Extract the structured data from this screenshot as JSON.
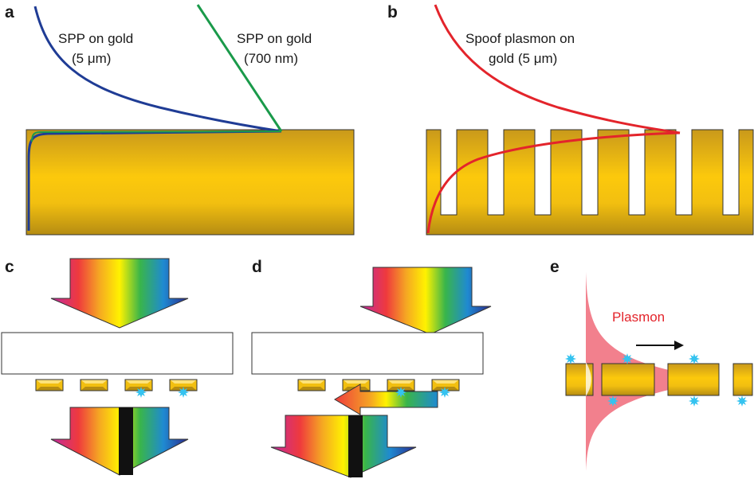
{
  "panels": {
    "a": {
      "label": "a",
      "curve1_label": [
        "SPP on gold",
        "(5 μm)"
      ],
      "curve2_label": [
        "SPP on gold",
        "(700 nm)"
      ]
    },
    "b": {
      "label": "b",
      "curve_label": [
        "Spoof plasmon on",
        "gold (5 μm)"
      ]
    },
    "c": {
      "label": "c"
    },
    "d": {
      "label": "d"
    },
    "e": {
      "label": "e",
      "plasmon_label": "Plasmon"
    }
  },
  "colors": {
    "gold": "#f2bf10",
    "gold_dark": "#b58c12",
    "curve_blue": "#1f3c95",
    "curve_green": "#1a9a4a",
    "curve_red": "#e3242b",
    "plasmon_fill": "#f06a79",
    "emitter": "#35c3f0",
    "outline": "#333333"
  },
  "icons": {
    "emitter": "asterisk-star-icon",
    "direction": "right-arrow-icon"
  }
}
